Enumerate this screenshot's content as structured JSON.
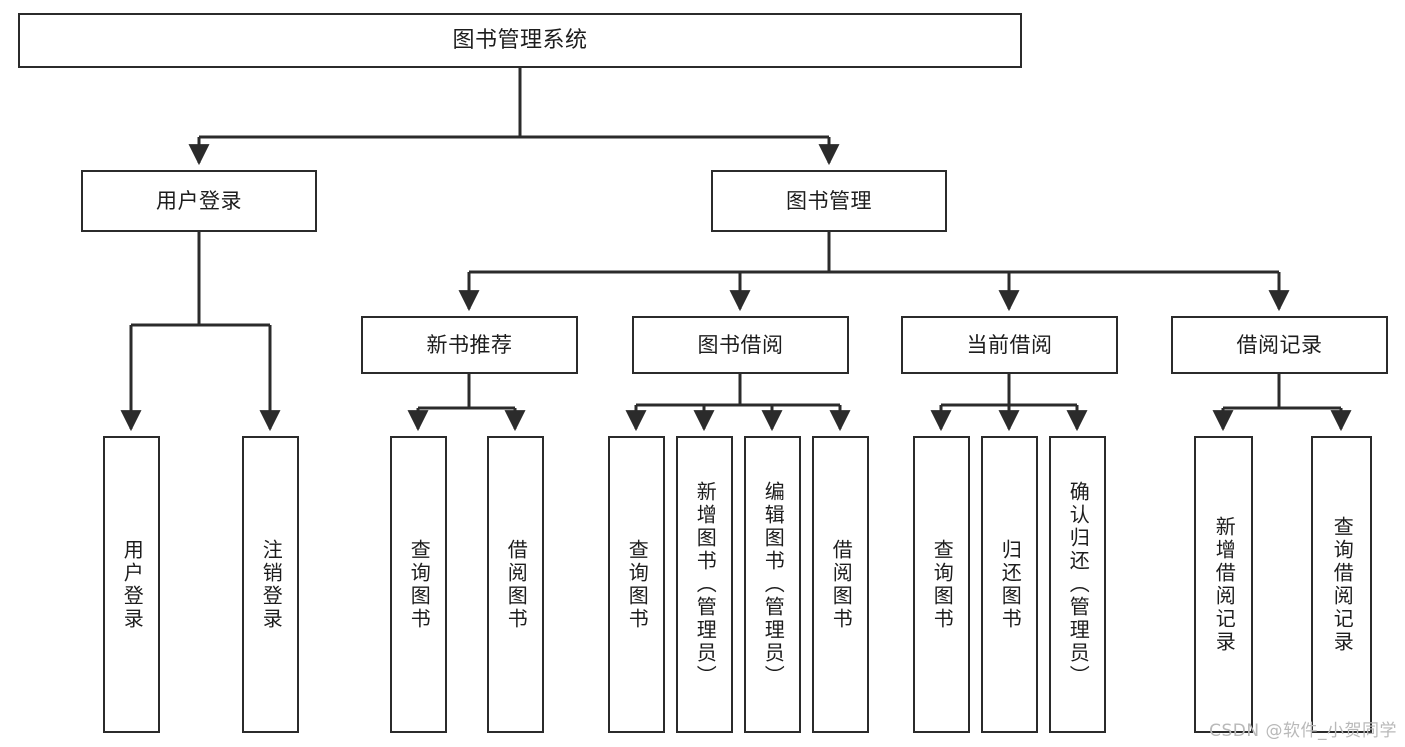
{
  "diagram": {
    "title": "图书管理系统",
    "watermark": "CSDN @软件_小贺同学",
    "colors": {
      "stroke": "#2b2b2b",
      "box_fill": "#ffffff",
      "text": "#1d1d1d",
      "background": "#ffffff",
      "watermark": "#b9b9b9"
    },
    "nodes": {
      "root": {
        "label": "图书管理系统"
      },
      "level2": [
        {
          "label": "用户登录"
        },
        {
          "label": "图书管理"
        }
      ],
      "level3": [
        {
          "label": "新书推荐"
        },
        {
          "label": "图书借阅"
        },
        {
          "label": "当前借阅"
        },
        {
          "label": "借阅记录"
        }
      ],
      "leaves": {
        "user_login": [
          {
            "label": "用户登录"
          },
          {
            "label": "注销登录"
          }
        ],
        "new_book_recommend": [
          {
            "label": "查询图书"
          },
          {
            "label": "借阅图书"
          }
        ],
        "book_borrow": [
          {
            "label": "查询图书"
          },
          {
            "label": "新增图书（管理员）"
          },
          {
            "label": "编辑图书（管理员）"
          },
          {
            "label": "借阅图书"
          }
        ],
        "current_borrow": [
          {
            "label": "查询图书"
          },
          {
            "label": "归还图书"
          },
          {
            "label": "确认归还（管理员）"
          }
        ],
        "borrow_record": [
          {
            "label": "新增借阅记录"
          },
          {
            "label": "查询借阅记录"
          }
        ]
      }
    }
  }
}
